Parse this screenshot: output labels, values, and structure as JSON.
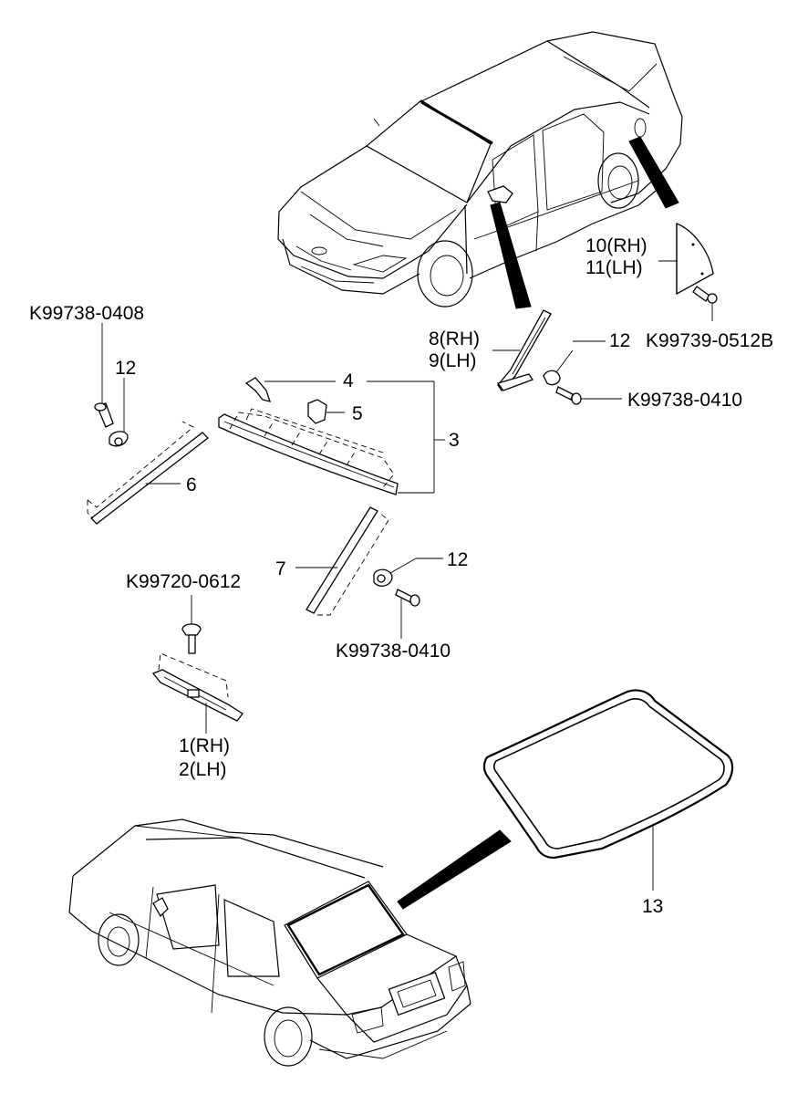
{
  "labels": {
    "k99738_0408": "K99738-0408",
    "k99720_0612": "K99720-0612",
    "k99738_0410_top": "K99738-0410",
    "k99738_0410_mid": "K99738-0410",
    "k99739_0512b": "K99739-0512B",
    "p1": "1(RH)",
    "p2": "2(LH)",
    "p3": "3",
    "p4": "4",
    "p5": "5",
    "p6": "6",
    "p7": "7",
    "p8": "8(RH)",
    "p9": "9(LH)",
    "p10": "10(RH)",
    "p11": "11(LH)",
    "p12_left": "12",
    "p12_right": "12",
    "p12_mid": "12",
    "p13": "13"
  }
}
